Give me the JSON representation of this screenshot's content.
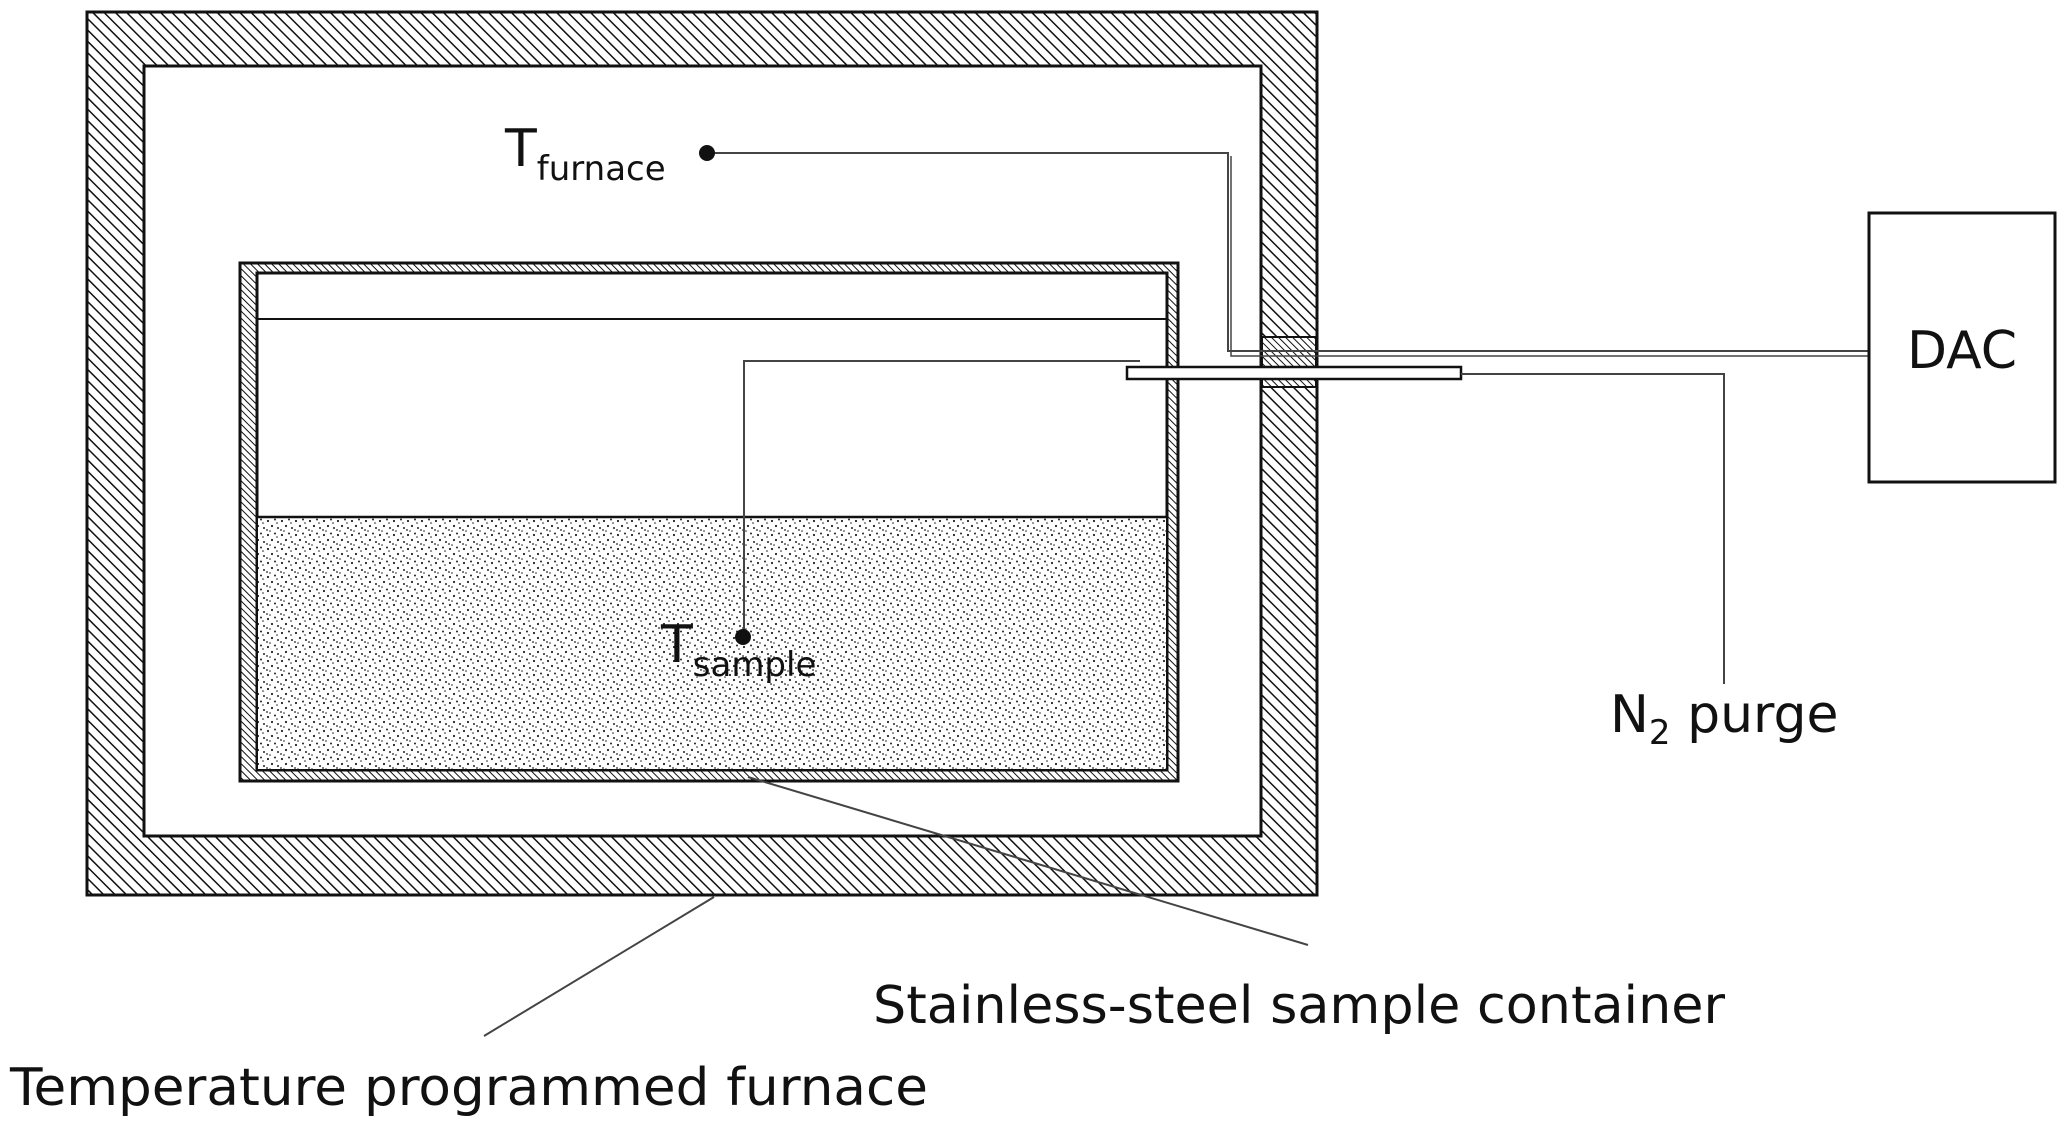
{
  "labels": {
    "t_furnace_main": "T",
    "t_furnace_sub": "furnace",
    "t_sample_main": "T",
    "t_sample_sub": "sample",
    "dac": "DAC",
    "n2_main": "N",
    "n2_sub": "2",
    "n2_rest": " purge",
    "container": "Stainless-steel sample container",
    "furnace": "Temperature programmed furnace"
  },
  "colors": {
    "line": "#111111",
    "thin_line": "#444444",
    "background": "#ffffff"
  }
}
